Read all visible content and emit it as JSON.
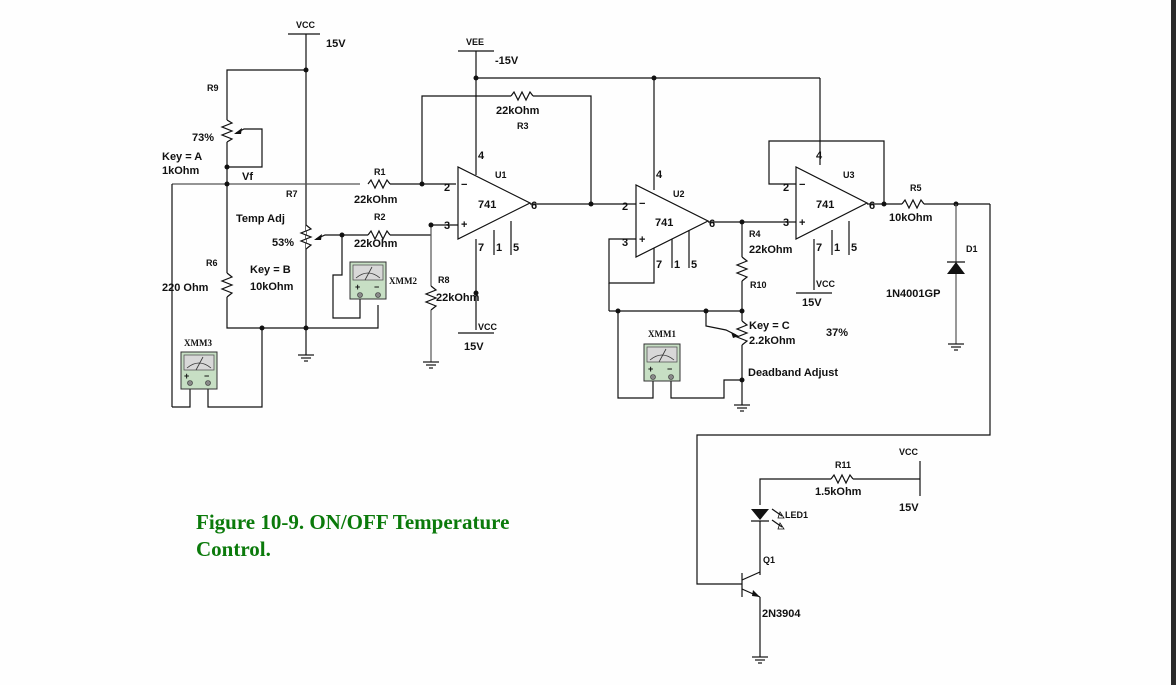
{
  "caption": {
    "line1": "Figure 10-9. ON/OFF Temperature",
    "line2": "Control."
  },
  "colors": {
    "caption": "#0b7a0b",
    "wire": "#111111",
    "meter_body": "#c7dfc4",
    "scrollbar": "#2b2b2b"
  },
  "power": {
    "vcc_top": {
      "name": "VCC",
      "value": "15V"
    },
    "vee": {
      "name": "VEE",
      "value": "-15V"
    },
    "vcc_u1": {
      "name": "VCC",
      "value": "15V"
    },
    "vcc_u3": {
      "name": "VCC",
      "value": "15V"
    },
    "vcc_led": {
      "name": "VCC",
      "value": "15V"
    }
  },
  "components": {
    "R9": {
      "ref": "R9",
      "percent": "73%",
      "key": "Key = A",
      "value": "1kOhm"
    },
    "Vf": {
      "label": "Vf"
    },
    "R7": {
      "ref": "R7",
      "title": "Temp Adj",
      "percent": "53%",
      "key": "Key = B",
      "value": "10kOhm"
    },
    "R6": {
      "ref": "R6",
      "value": "220 Ohm"
    },
    "R1": {
      "ref": "R1",
      "value": "22kOhm"
    },
    "R2": {
      "ref": "R2",
      "value": "22kOhm"
    },
    "R3": {
      "ref": "R3",
      "value": "22kOhm"
    },
    "R8": {
      "ref": "R8",
      "value": "22kOhm"
    },
    "R4": {
      "ref": "R4",
      "value": "22kOhm"
    },
    "R10": {
      "ref": "R10",
      "key": "Key = C",
      "value": "2.2kOhm",
      "percent": "37%",
      "title": "Deadband Adjust"
    },
    "R5": {
      "ref": "R5",
      "value": "10kOhm"
    },
    "R11": {
      "ref": "R11",
      "value": "1.5kOhm"
    },
    "D1": {
      "ref": "D1",
      "part": "1N4001GP"
    },
    "LED1": {
      "ref": "LED1"
    },
    "Q1": {
      "ref": "Q1",
      "part": "2N3904"
    },
    "U1": {
      "ref": "U1",
      "part": "741",
      "pins": [
        "4",
        "2",
        "3",
        "6",
        "7",
        "1",
        "5"
      ]
    },
    "U2": {
      "ref": "U2",
      "part": "741",
      "pins": [
        "4",
        "2",
        "3",
        "6",
        "7",
        "1",
        "5"
      ]
    },
    "U3": {
      "ref": "U3",
      "part": "741",
      "pins": [
        "4",
        "2",
        "3",
        "6",
        "7",
        "1",
        "5"
      ]
    },
    "XMM1": {
      "ref": "XMM1"
    },
    "XMM2": {
      "ref": "XMM2"
    },
    "XMM3": {
      "ref": "XMM3"
    }
  },
  "opamp_signs": {
    "minus": "−",
    "plus": "+"
  },
  "meter_signs": {
    "plus": "+",
    "minus": "−"
  }
}
